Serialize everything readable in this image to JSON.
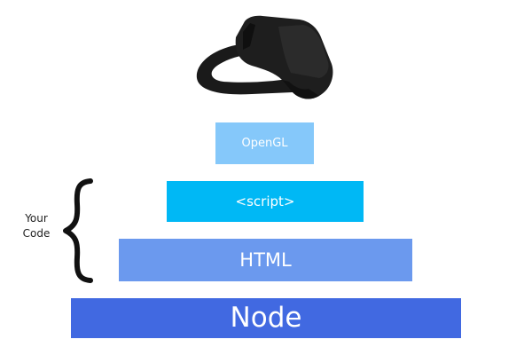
{
  "diagram": {
    "layers": {
      "opengl": {
        "label": "OpenGL",
        "color": "#85c8fa"
      },
      "script": {
        "label": "<script>",
        "color": "#00b8f5"
      },
      "html": {
        "label": "HTML",
        "color": "#6b99ee"
      },
      "node": {
        "label": "Node",
        "color": "#4169e1"
      }
    },
    "side_label": {
      "line1": "Your",
      "line2": "Code"
    },
    "icons": {
      "top": "vr-headset-icon",
      "bracket": "curly-brace-icon"
    }
  }
}
